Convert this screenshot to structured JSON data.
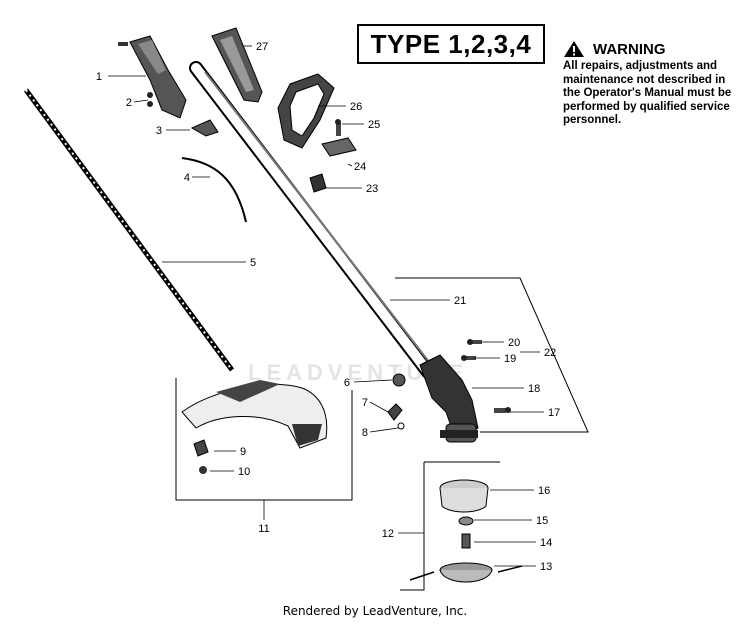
{
  "header": {
    "type_label": "TYPE 1,2,3,4"
  },
  "warning": {
    "title": "WARNING",
    "text": "All repairs, adjustments and maintenance not described in the Operator's Manual must be performed by qualified service personnel."
  },
  "watermark": "LEADVENTURE",
  "footer": "Rendered by LeadVenture, Inc.",
  "callouts": [
    "1",
    "2",
    "3",
    "4",
    "5",
    "6",
    "7",
    "8",
    "9",
    "10",
    "11",
    "12",
    "13",
    "14",
    "15",
    "16",
    "17",
    "18",
    "19",
    "20",
    "21",
    "22",
    "23",
    "24",
    "25",
    "26",
    "27"
  ]
}
